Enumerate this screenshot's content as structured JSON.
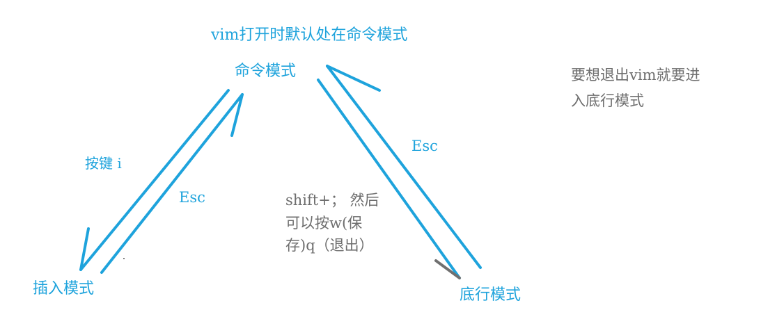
{
  "colors": {
    "arrow": "#1ea3dc",
    "label": "#1ea3dc",
    "note": "#6e6e6e",
    "tick": "#707070"
  },
  "title": "vim打开时默认处在命令模式",
  "nodes": {
    "command": "命令模式",
    "insert": "插入模式",
    "lastline": "底行模式"
  },
  "edges": {
    "to_insert": "按键 i",
    "insert_to_command": "Esc",
    "lastline_to_command": "Esc"
  },
  "notes": {
    "save_quit": [
      "shift+； 然后",
      "可以按w(保",
      "存)q（退出）"
    ],
    "exit_hint": [
      "要想退出vim就要进",
      "入底行模式"
    ]
  }
}
